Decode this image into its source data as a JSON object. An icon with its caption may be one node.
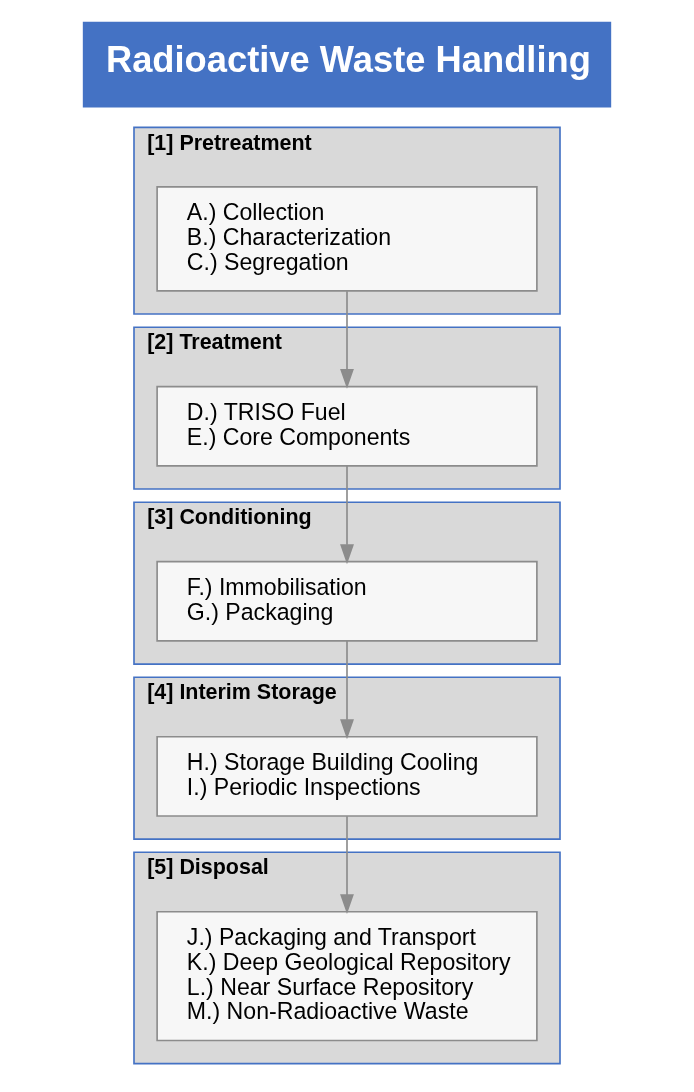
{
  "diagram": {
    "title": "Radioactive Waste Handling",
    "nodes": [
      {
        "text": [
          "[1] Pretreatment"
        ]
      },
      {
        "text": [
          "A.) Collection",
          "B.) Characterization",
          "C.) Segregation"
        ],
        "in": 0
      },
      {
        "text": [
          "[2] Treatment"
        ]
      },
      {
        "text": [
          "D.) TRISO Fuel",
          "E.) Core Components"
        ],
        "in": 2
      },
      {
        "text": [
          "[3] Conditioning"
        ]
      },
      {
        "text": [
          "F.) Immobilisation",
          "G.) Packaging"
        ],
        "in": 4
      },
      {
        "text": [
          "[4] Interim Storage"
        ]
      },
      {
        "text": [
          "H.) Storage Building Cooling",
          "I.) Periodic Inspections"
        ],
        "in": 6
      },
      {
        "text": [
          "[5] Disposal"
        ]
      },
      {
        "text": [
          "J.) Packaging and Transport",
          "K.) Deep Geological Repository",
          "L.) Near Surface Repository",
          "M.) Non-Radioactive Waste"
        ],
        "in": 8
      }
    ],
    "edges": [
      {
        "from": 1,
        "to": 3,
        "arrow": "to"
      },
      {
        "from": 3,
        "to": 5,
        "arrow": "to"
      },
      {
        "from": 5,
        "to": 7,
        "arrow": "to"
      },
      {
        "from": 7,
        "to": 9,
        "arrow": "to"
      }
    ]
  }
}
